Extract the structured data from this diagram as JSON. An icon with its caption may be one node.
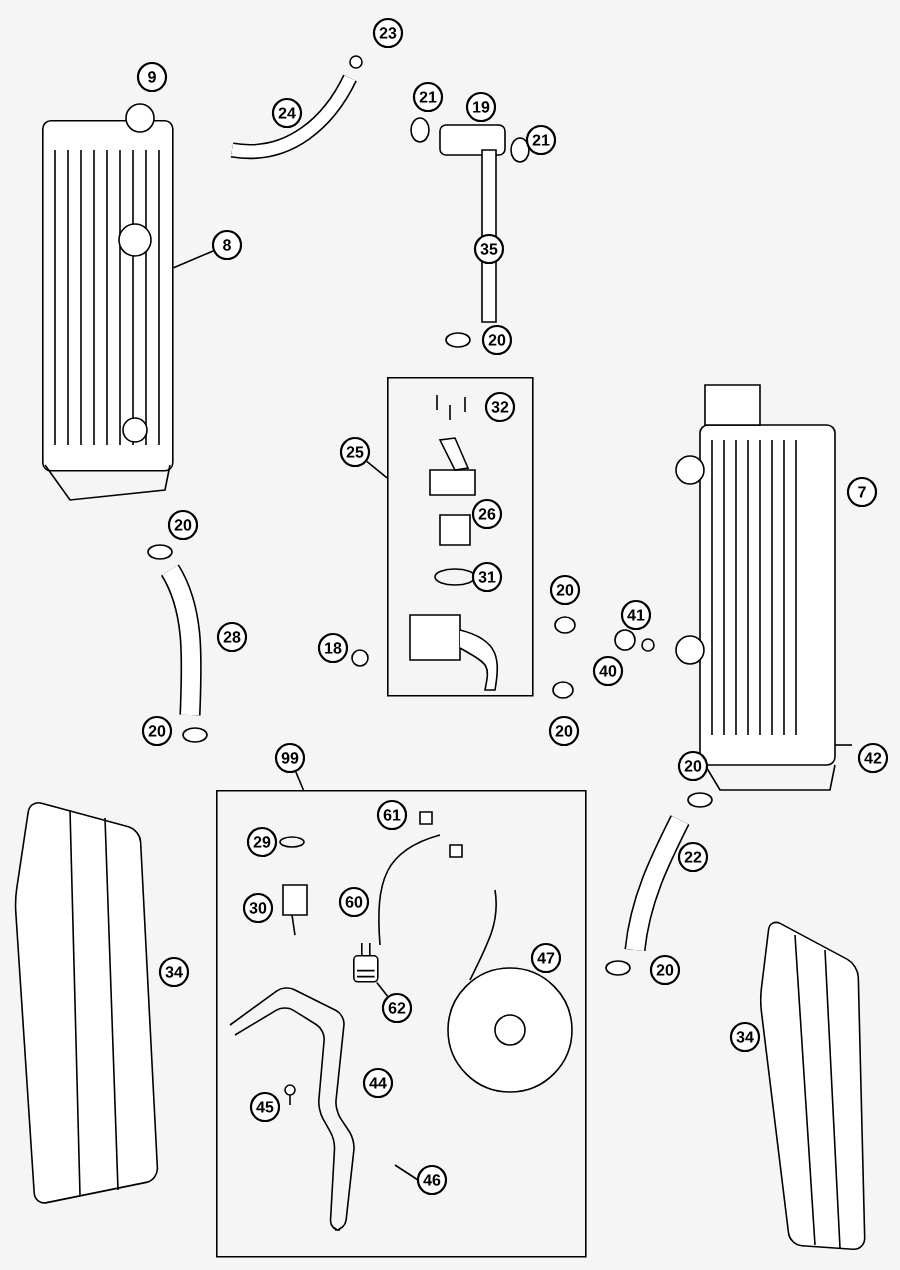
{
  "diagram": {
    "nodes": [
      {
        "text": [
          "23"
        ]
      },
      {
        "text": [
          "9"
        ]
      },
      {
        "text": [
          "21"
        ]
      },
      {
        "text": [
          "19"
        ]
      },
      {
        "text": [
          "24"
        ]
      },
      {
        "text": [
          "21"
        ]
      },
      {
        "text": [
          "8"
        ]
      },
      {
        "text": [],
        "shape": "picture"
      },
      {
        "text": [
          "35"
        ]
      },
      {
        "text": [
          "20"
        ]
      },
      {
        "text": [],
        "shape": "box"
      },
      {
        "text": [
          "32"
        ],
        "in": 10
      },
      {
        "text": [
          "25"
        ]
      },
      {
        "text": [
          "7"
        ]
      },
      {
        "text": [
          "26"
        ],
        "in": 10
      },
      {
        "text": [
          "20"
        ]
      },
      {
        "text": [
          "31"
        ],
        "in": 10
      },
      {
        "text": [
          "20"
        ]
      },
      {
        "text": [
          "41"
        ]
      },
      {
        "text": [
          "28"
        ]
      },
      {
        "text": [
          "18"
        ]
      },
      {
        "text": [
          "40"
        ]
      },
      {
        "text": [
          "20"
        ]
      },
      {
        "text": [
          "20"
        ]
      },
      {
        "text": [
          "99"
        ]
      },
      {
        "text": [
          "42"
        ]
      },
      {
        "text": [
          "20"
        ]
      },
      {
        "text": [],
        "shape": "box"
      },
      {
        "text": [
          "61"
        ],
        "in": 27
      },
      {
        "text": [
          "29"
        ],
        "in": 27
      },
      {
        "text": [
          "22"
        ]
      },
      {
        "text": [
          "60"
        ],
        "in": 27
      },
      {
        "text": [
          "30"
        ],
        "in": 27
      },
      {
        "text": [
          "47"
        ],
        "in": 27
      },
      {
        "text": [
          "20"
        ]
      },
      {
        "text": [
          "34"
        ]
      },
      {
        "text": [],
        "shape": "box",
        "in": 27
      },
      {
        "text": [
          "62"
        ],
        "in": 27
      },
      {
        "text": [
          "34"
        ]
      },
      {
        "text": [
          "44"
        ],
        "in": 27
      },
      {
        "text": [
          "45"
        ],
        "in": 27
      },
      {
        "text": [
          "46"
        ],
        "in": 27
      }
    ],
    "edges": [
      {
        "from": 6,
        "to": 7,
        "arrow": "none"
      },
      {
        "from": 12,
        "to": 10,
        "arrow": "none"
      },
      {
        "from": 24,
        "to": 27,
        "arrow": "none"
      },
      {
        "from": 37,
        "to": 36,
        "arrow": "none"
      }
    ]
  }
}
